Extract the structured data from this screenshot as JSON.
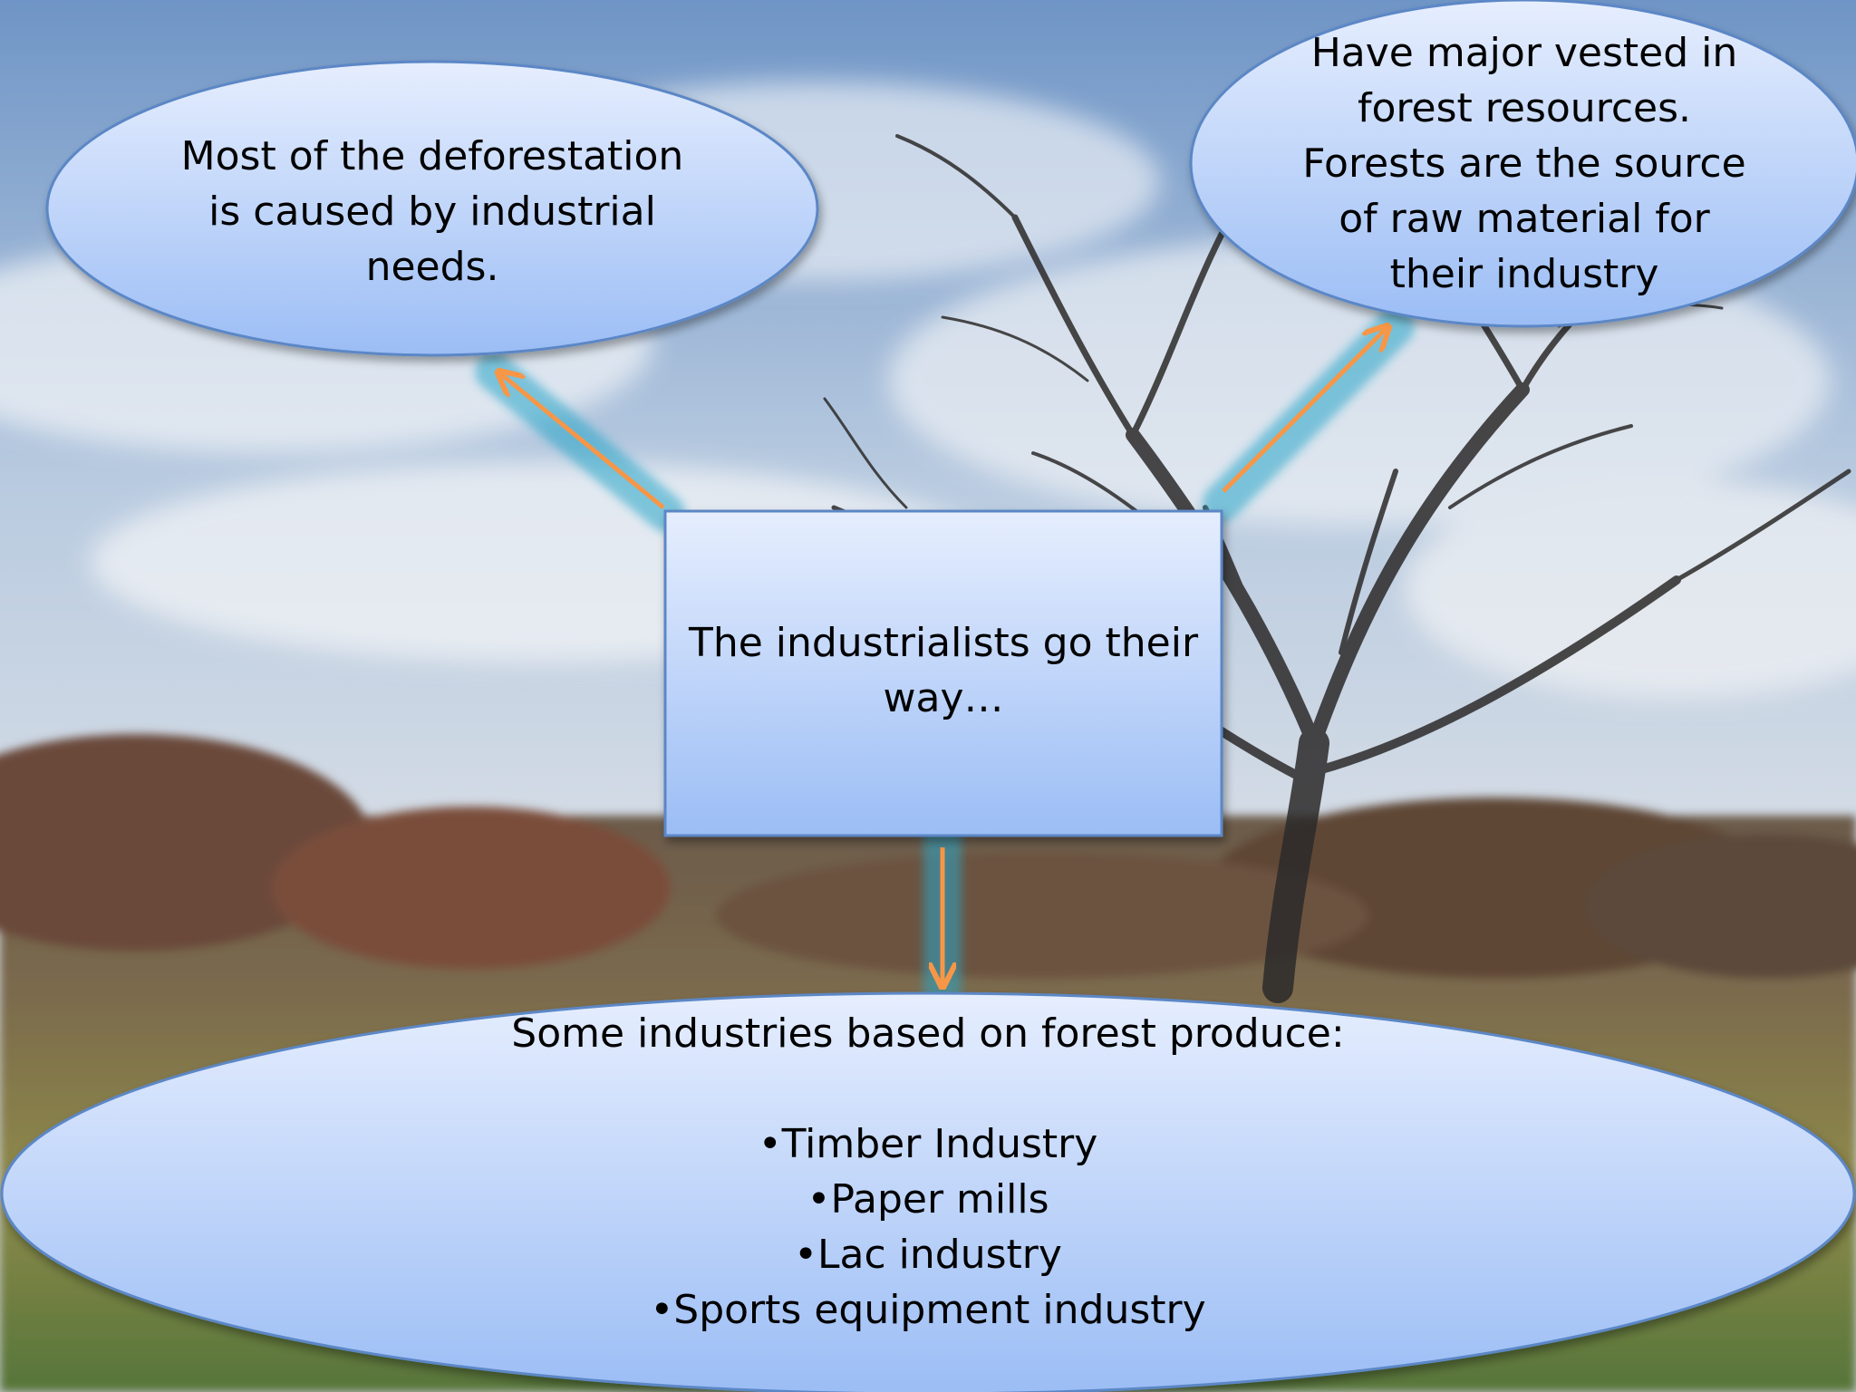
{
  "colors": {
    "shape_fill_top": "#e6eefe",
    "shape_fill_bottom": "#9bbdf5",
    "shape_border": "#5b87c6",
    "arrow": "#f79646",
    "arrow_glow": "#2aa6c8"
  },
  "nodes": {
    "left": {
      "lines": [
        "Most of the deforestation",
        "is caused by industrial",
        "needs."
      ]
    },
    "right": {
      "lines": [
        "Have major vested in",
        "forest resources.",
        "Forests are the source",
        "of raw material for",
        "their industry"
      ]
    },
    "center": {
      "lines": [
        "The industrialists go their",
        "way…"
      ]
    },
    "bottom": {
      "heading": "Some industries based on forest produce:",
      "items": [
        "•Timber Industry",
        "•Paper mills",
        "•Lac industry",
        "•Sports equipment industry"
      ]
    }
  }
}
